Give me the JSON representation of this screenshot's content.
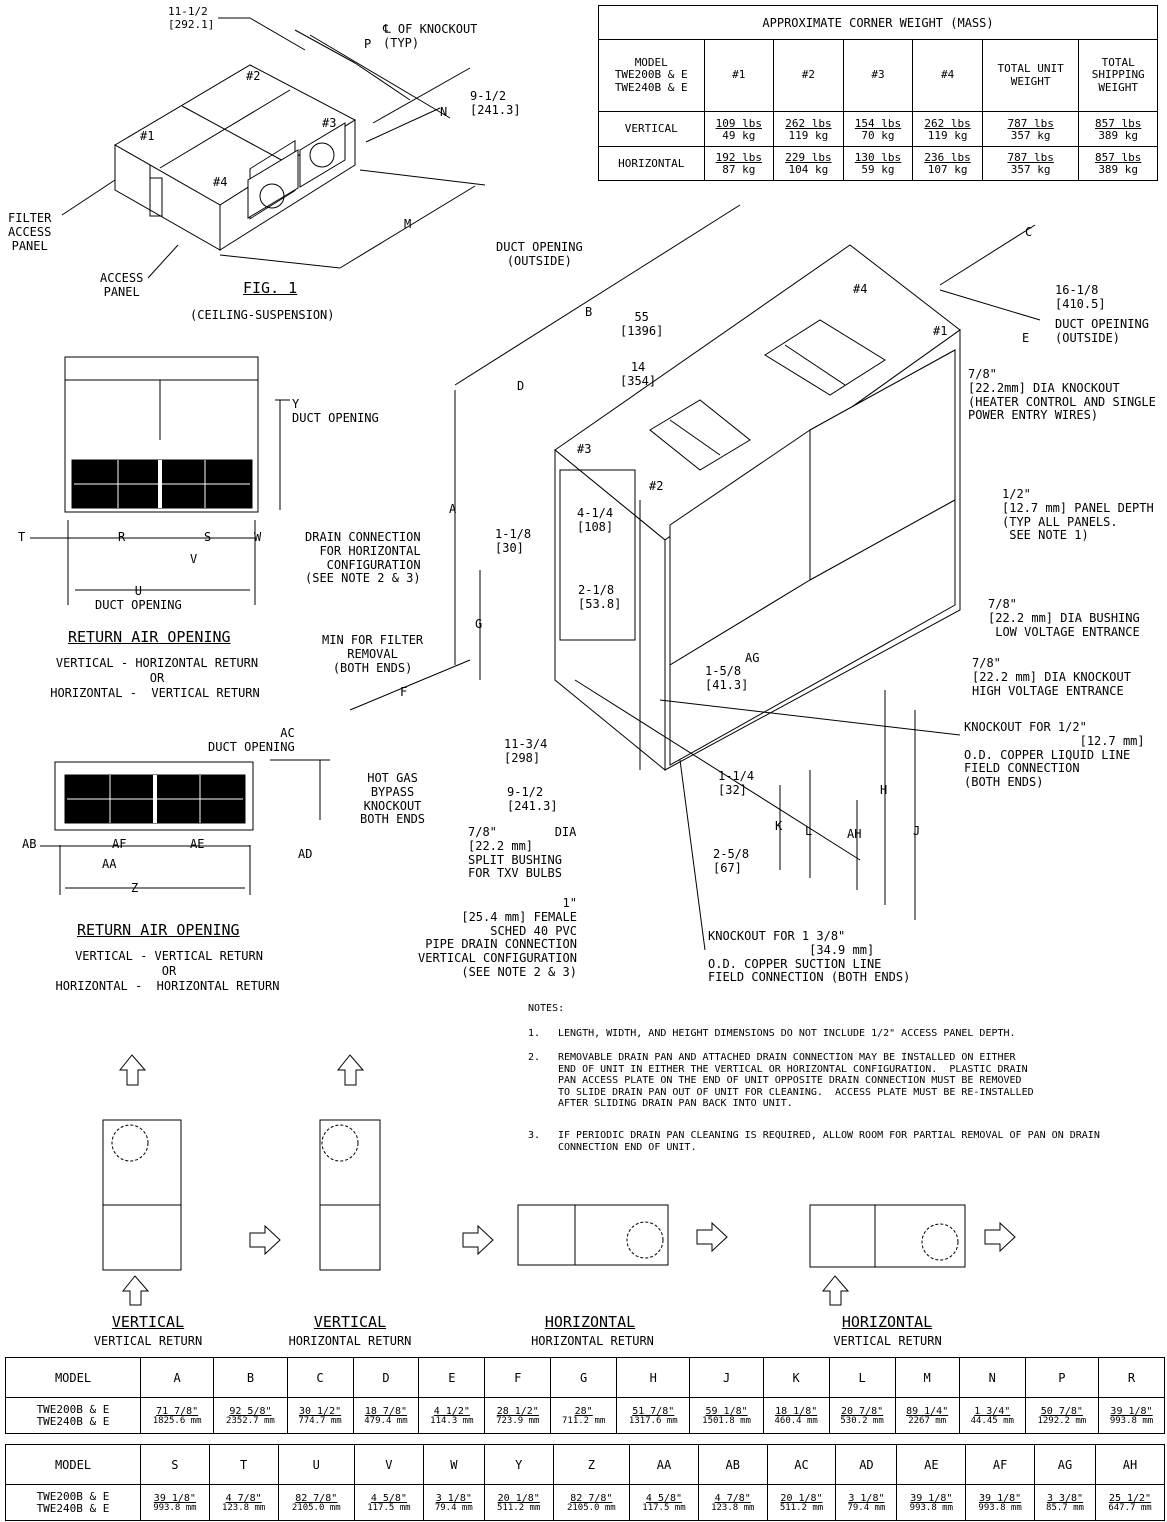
{
  "weight_table": {
    "title": "APPROXIMATE CORNER WEIGHT (MASS)",
    "headers": [
      "MODEL\nTWE200B & E\nTWE240B & E",
      "#1",
      "#2",
      "#3",
      "#4",
      "TOTAL UNIT\nWEIGHT",
      "TOTAL\nSHIPPING\nWEIGHT"
    ],
    "rows": [
      {
        "label": "VERTICAL",
        "cells": [
          [
            "109 lbs",
            "49 kg"
          ],
          [
            "262 lbs",
            "119 kg"
          ],
          [
            "154 lbs",
            "70 kg"
          ],
          [
            "262 lbs",
            "119 kg"
          ],
          [
            "787 lbs",
            "357 kg"
          ],
          [
            "857 lbs",
            "389 kg"
          ]
        ]
      },
      {
        "label": "HORIZONTAL",
        "cells": [
          [
            "192 lbs",
            "87 kg"
          ],
          [
            "229 lbs",
            "104 kg"
          ],
          [
            "130 lbs",
            "59 kg"
          ],
          [
            "236 lbs",
            "107 kg"
          ],
          [
            "787 lbs",
            "357 kg"
          ],
          [
            "857 lbs",
            "389 kg"
          ]
        ]
      }
    ]
  },
  "fig1": {
    "title": "FIG. 1",
    "subtitle": "(CEILING-SUSPENSION)",
    "dim_1": "11-1/2\n[292.1]",
    "dim_p": "P",
    "knockout": "℄ OF KNOCKOUT\n(TYP)",
    "dim_2": "9-1/2\n[241.3]",
    "dim_n": "N",
    "dim_m": "M",
    "corner_1": "#1",
    "corner_2": "#2",
    "corner_3": "#3",
    "corner_4": "#4",
    "filter_panel": "FILTER\nACCESS\nPANEL",
    "access_panel": "ACCESS\nPANEL"
  },
  "return1": {
    "title": "RETURN AIR OPENING",
    "line1": "VERTICAL - HORIZONTAL RETURN",
    "line2": "OR",
    "line3": "HORIZONTAL -  VERTICAL RETURN",
    "y_label": "Y\nDUCT OPENING",
    "t": "T",
    "r": "R",
    "s": "S",
    "w": "W",
    "v": "V",
    "u": "U\nDUCT OPENING"
  },
  "return2": {
    "title": "RETURN AIR OPENING",
    "line1": "VERTICAL - VERTICAL RETURN",
    "line2": "OR",
    "line3": "HORIZONTAL -  HORIZONTAL RETURN",
    "ac": "AC\nDUCT OPENING",
    "ad": "AD",
    "ab": "AB",
    "af": "AF",
    "ae": "AE",
    "aa": "AA",
    "z": "Z"
  },
  "main": {
    "duct_outside_top": "DUCT OPENING\n(OUTSIDE)",
    "dim_b": "B",
    "dim_55": "55\n[1396]",
    "dim_14": "14\n[354]",
    "dim_d": "D",
    "dim_c": "C",
    "dim_16": "16-1/8\n[410.5]",
    "duct_outside_right": "DUCT OPEINING\n(OUTSIDE)",
    "dim_e": "E",
    "corner_1": "#1",
    "corner_2": "#2",
    "corner_3": "#3",
    "corner_4": "#4",
    "knockout_78": "7/8\"\n[22.2mm] DIA KNOCKOUT\n(HEATER CONTROL AND SINGLE\nPOWER ENTRY WIRES)",
    "panel_depth": "1/2\"\n[12.7 mm] PANEL DEPTH\n(TYP ALL PANELS.\n SEE NOTE 1)",
    "low_voltage": "7/8\"\n[22.2 mm] DIA BUSHING\n LOW VOLTAGE ENTRANCE",
    "high_voltage": "7/8\"\n[22.2 mm] DIA KNOCKOUT\nHIGH VOLTAGE ENTRANCE",
    "liquid_line": "KNOCKOUT FOR 1/2\"\n                [12.7 mm]\nO.D. COPPER LIQUID LINE\nFIELD CONNECTION\n(BOTH ENDS)",
    "dim_a": "A",
    "dim_g": "G",
    "dim_f": "F",
    "dim_h": "H",
    "dim_j": "J",
    "dim_k": "K",
    "dim_l": "L",
    "dim_ah": "AH",
    "dim_ag": "AG",
    "drain_horiz": "DRAIN CONNECTION\nFOR HORIZONTAL\nCONFIGURATION\n(SEE NOTE 2 & 3)",
    "filter_removal": "MIN FOR FILTER\nREMOVAL\n(BOTH ENDS)",
    "dim_4": "4-1/4\n[108]",
    "dim_118": "1-1/8\n[30]",
    "dim_218": "2-1/8\n[53.8]",
    "dim_158": "1-5/8\n[41.3]",
    "dim_1134": "11-3/4\n[298]",
    "dim_912": "9-1/2\n[241.3]",
    "dim_114": "1-1/4\n[32]",
    "dim_258": "2-5/8\n[67]",
    "hot_gas": "HOT GAS\nBYPASS\nKNOCKOUT\nBOTH ENDS",
    "split_bushing": "7/8\"        DIA\n[22.2 mm]\nSPLIT BUSHING\nFOR TXV BULBS",
    "pvc_drain": "1\"\n[25.4 mm] FEMALE\nSCHED 40 PVC\nPIPE DRAIN CONNECTION\nVERTICAL CONFIGURATION\n(SEE NOTE 2 & 3)",
    "suction": "KNOCKOUT FOR 1 3/8\"\n              [34.9 mm]\nO.D. COPPER SUCTION LINE\nFIELD CONNECTION (BOTH ENDS)"
  },
  "notes": {
    "heading": "NOTES:",
    "items": [
      {
        "num": "1.",
        "text": "LENGTH, WIDTH, AND HEIGHT DIMENSIONS DO NOT INCLUDE 1/2\" ACCESS PANEL DEPTH."
      },
      {
        "num": "2.",
        "text": "REMOVABLE DRAIN PAN AND ATTACHED DRAIN CONNECTION MAY BE INSTALLED ON EITHER\nEND OF UNIT IN EITHER THE VERTICAL OR HORIZONTAL CONFIGURATION.  PLASTIC DRAIN\nPAN ACCESS PLATE ON THE END OF UNIT OPPOSITE DRAIN CONNECTION MUST BE REMOVED\nTO SLIDE DRAIN PAN OUT OF UNIT FOR CLEANING.  ACCESS PLATE MUST BE RE-INSTALLED\nAFTER SLIDING DRAIN PAN BACK INTO UNIT."
      },
      {
        "num": "3.",
        "text": "IF PERIODIC DRAIN PAN CLEANING IS REQUIRED, ALLOW ROOM FOR PARTIAL REMOVAL OF PAN ON DRAIN\nCONNECTION END OF UNIT."
      }
    ]
  },
  "configs": [
    {
      "title": "VERTICAL",
      "sub": "VERTICAL RETURN"
    },
    {
      "title": "VERTICAL",
      "sub": "HORIZONTAL RETURN"
    },
    {
      "title": "HORIZONTAL",
      "sub": "HORIZONTAL RETURN"
    },
    {
      "title": "HORIZONTAL",
      "sub": "VERTICAL RETURN"
    }
  ],
  "dim_table_1": {
    "model_header": "MODEL",
    "model": "TWE200B & E\nTWE240B & E",
    "cols": [
      {
        "h": "A",
        "in": "71 7/8\"",
        "mm": "1825.6 mm"
      },
      {
        "h": "B",
        "in": "92 5/8\"",
        "mm": "2352.7 mm"
      },
      {
        "h": "C",
        "in": "30 1/2\"",
        "mm": "774.7 mm"
      },
      {
        "h": "D",
        "in": "18 7/8\"",
        "mm": "479.4 mm"
      },
      {
        "h": "E",
        "in": "4 1/2\"",
        "mm": "114.3 mm"
      },
      {
        "h": "F",
        "in": "28 1/2\"",
        "mm": "723.9 mm"
      },
      {
        "h": "G",
        "in": "28\"",
        "mm": "711.2 mm"
      },
      {
        "h": "H",
        "in": "51 7/8\"",
        "mm": "1317.6 mm"
      },
      {
        "h": "J",
        "in": "59 1/8\"",
        "mm": "1501.8 mm"
      },
      {
        "h": "K",
        "in": "18 1/8\"",
        "mm": "460.4 mm"
      },
      {
        "h": "L",
        "in": "20 7/8\"",
        "mm": "530.2 mm"
      },
      {
        "h": "M",
        "in": "89 1/4\"",
        "mm": "2267 mm"
      },
      {
        "h": "N",
        "in": "1 3/4\"",
        "mm": "44.45 mm"
      },
      {
        "h": "P",
        "in": "50 7/8\"",
        "mm": "1292.2 mm"
      },
      {
        "h": "R",
        "in": "39 1/8\"",
        "mm": "993.8 mm"
      }
    ]
  },
  "dim_table_2": {
    "model_header": "MODEL",
    "model": "TWE200B & E\nTWE240B & E",
    "cols": [
      {
        "h": "S",
        "in": "39 1/8\"",
        "mm": "993.8 mm"
      },
      {
        "h": "T",
        "in": "4 7/8\"",
        "mm": "123.8 mm"
      },
      {
        "h": "U",
        "in": "82 7/8\"",
        "mm": "2105.0 mm"
      },
      {
        "h": "V",
        "in": "4 5/8\"",
        "mm": "117.5 mm"
      },
      {
        "h": "W",
        "in": "3 1/8\"",
        "mm": "79.4 mm"
      },
      {
        "h": "Y",
        "in": "20 1/8\"",
        "mm": "511.2 mm"
      },
      {
        "h": "Z",
        "in": "82 7/8\"",
        "mm": "2105.0 mm"
      },
      {
        "h": "AA",
        "in": "4 5/8\"",
        "mm": "117.5 mm"
      },
      {
        "h": "AB",
        "in": "4 7/8\"",
        "mm": "123.8 mm"
      },
      {
        "h": "AC",
        "in": "20 1/8\"",
        "mm": "511.2 mm"
      },
      {
        "h": "AD",
        "in": "3 1/8\"",
        "mm": "79.4 mm"
      },
      {
        "h": "AE",
        "in": "39 1/8\"",
        "mm": "993.8 mm"
      },
      {
        "h": "AF",
        "in": "39 1/8\"",
        "mm": "993.8 mm"
      },
      {
        "h": "AG",
        "in": "3 3/8\"",
        "mm": "85.7 mm"
      },
      {
        "h": "AH",
        "in": "25 1/2\"",
        "mm": "647.7 mm"
      }
    ]
  }
}
